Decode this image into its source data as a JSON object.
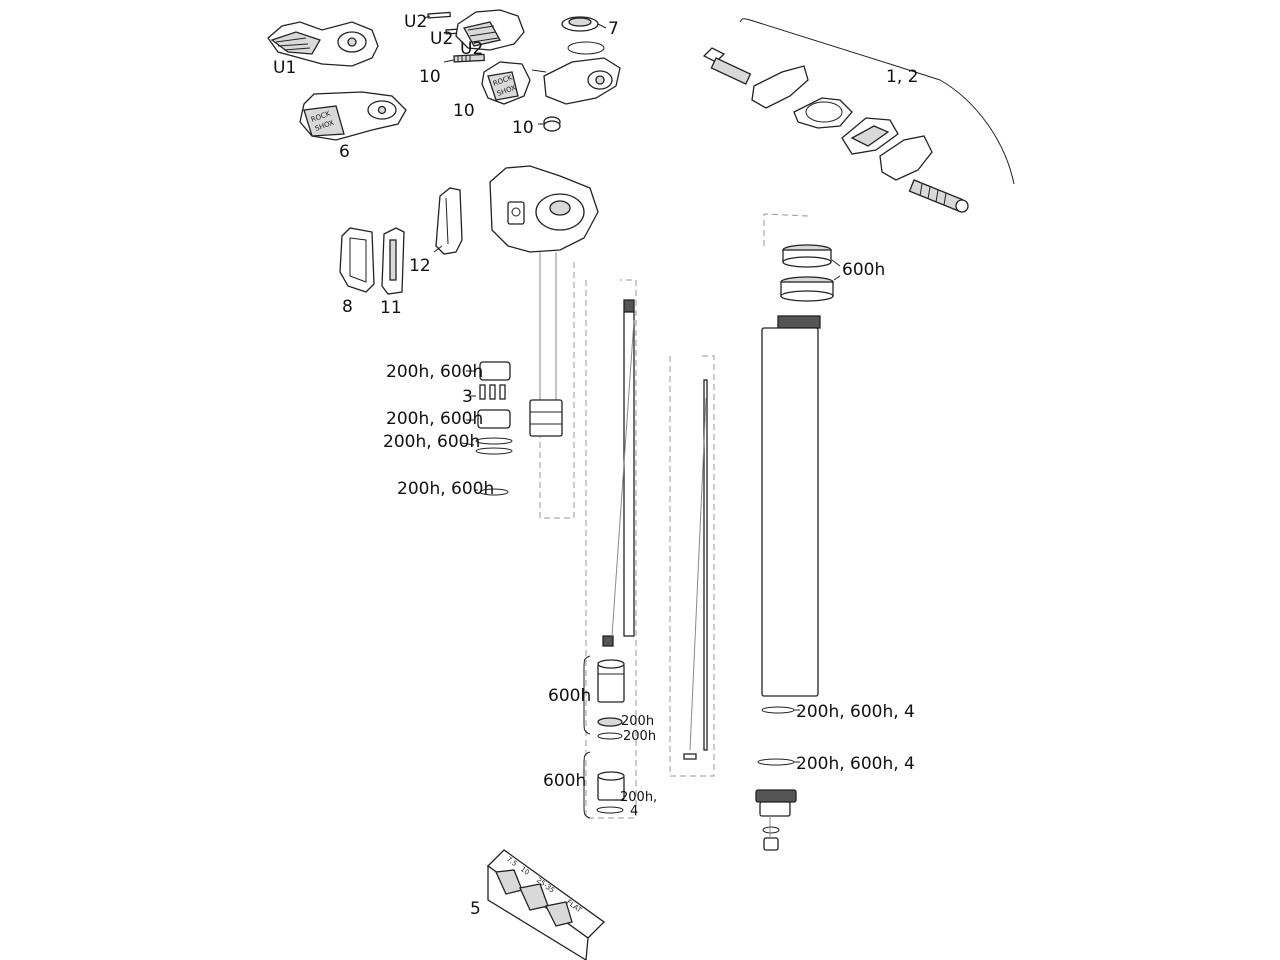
{
  "callouts": {
    "u1": "U1",
    "u2a": "U2",
    "u2b": "U2",
    "u2c": "U2",
    "seven": "7",
    "ten_a": "10",
    "ten_b": "10",
    "ten_c": "10",
    "six": "6",
    "one_two": "1, 2",
    "twelve": "12",
    "eight": "8",
    "eleven": "11",
    "top_600h": "600h",
    "b200_600_a": "200h, 600h",
    "three": "3",
    "b200_600_b": "200h, 600h",
    "b200_600_c": "200h, 600h",
    "b200_600_d": "200h, 600h",
    "mid_600h_a": "600h",
    "s200h_a": "200h",
    "s200h_b": "200h",
    "mid_600h_b": "600h",
    "s200h_4_line1": "200h,",
    "s200h_4_line2": "4",
    "r200_600_4_a": "200h, 600h, 4",
    "r200_600_4_b": "200h, 600h, 4",
    "five": "5"
  },
  "brand_text": [
    "ROCK",
    "SHOX"
  ],
  "tool_scale": [
    "7.5",
    "10",
    "25-35",
    "FLAT"
  ]
}
